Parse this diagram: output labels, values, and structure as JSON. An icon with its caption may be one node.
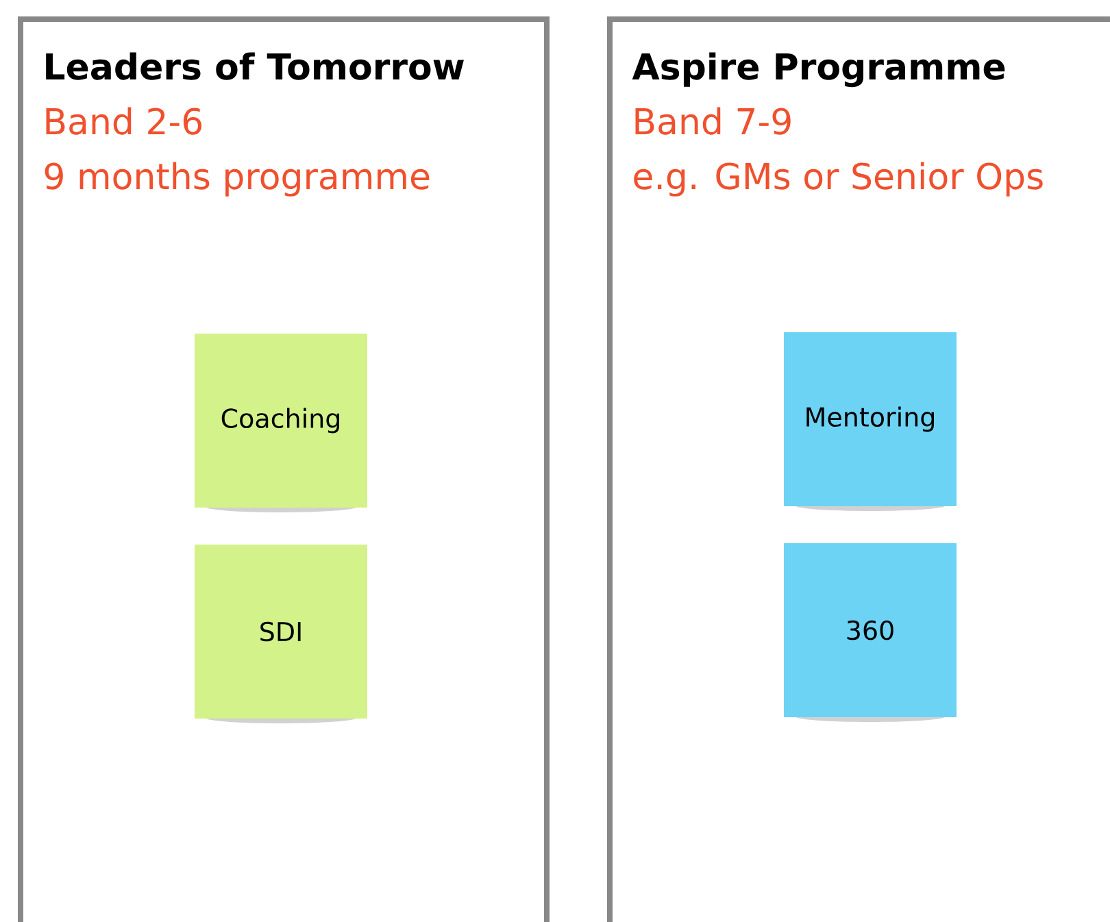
{
  "diagram": {
    "nodes": [
      {
        "text": [
          "Leaders of Tomorrow",
          "Band 2-6",
          "9 months programme"
        ]
      },
      {
        "text": [
          "Coaching"
        ],
        "in": 0
      },
      {
        "text": [
          "SDI"
        ],
        "in": 0
      },
      {
        "text": [
          "Aspire Programme",
          "Band 7-9",
          "e.g. GMs or Senior Ops"
        ]
      },
      {
        "text": [
          "Mentoring"
        ],
        "in": 3
      },
      {
        "text": [
          "360"
        ],
        "in": 3
      }
    ]
  }
}
